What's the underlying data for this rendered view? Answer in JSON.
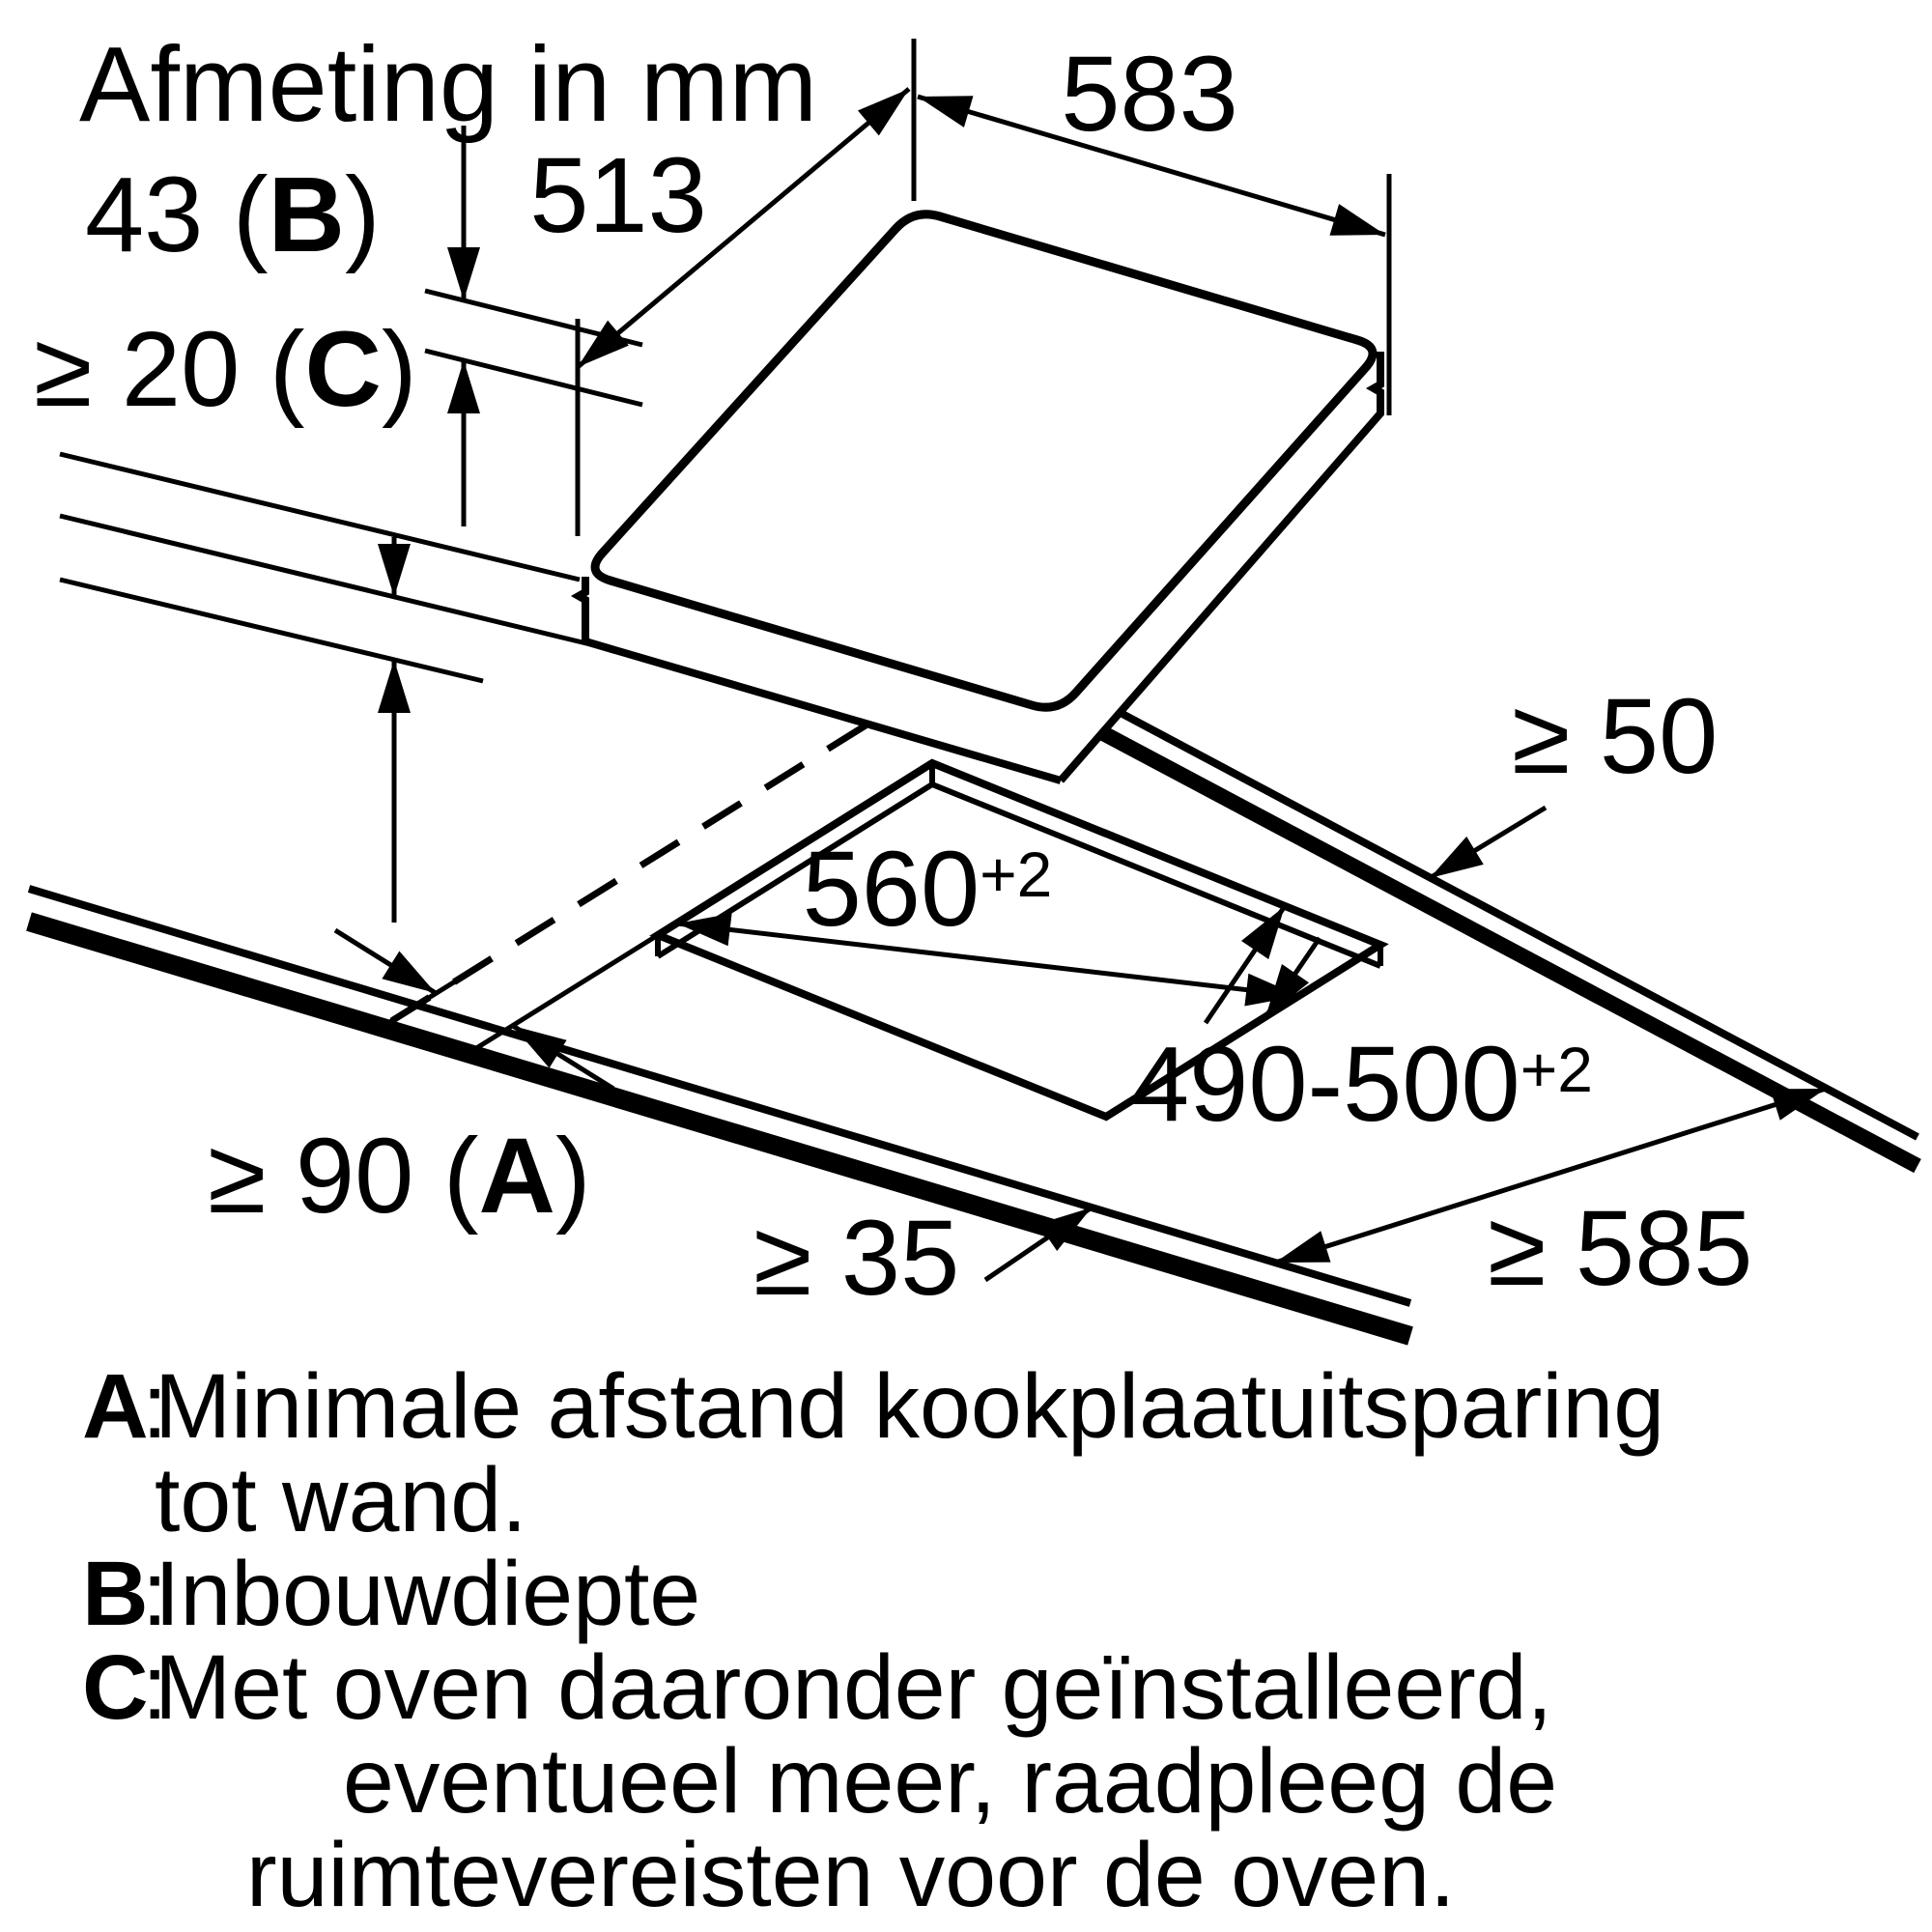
{
  "title": "Afmeting in mm",
  "dimensions": {
    "hob_depth": "513",
    "hob_width": "583",
    "build_in_depth": {
      "pre": "43 (",
      "letter": "B",
      "post": ")"
    },
    "oven_clearance": {
      "pre": "≥ 20 (",
      "letter": "C",
      "post": ")"
    },
    "rear_clearance": "≥ 50",
    "cutout_width": {
      "value": "560",
      "tolerance": "+2"
    },
    "cutout_depth": {
      "value": "490-500",
      "tolerance": "+2"
    },
    "wall_distance": {
      "pre": "≥ 90 (",
      "letter": "A",
      "post": ")"
    },
    "front_clearance": "≥ 35",
    "worktop_depth": "≥ 585"
  },
  "legend": {
    "colon": ":",
    "items": [
      {
        "label": "A",
        "lines": [
          "Minimale afstand kookplaatuitsparing",
          "tot wand."
        ]
      },
      {
        "label": "B",
        "lines": [
          "Inbouwdiepte"
        ]
      },
      {
        "label": "C",
        "lines": [
          "Met oven daaronder geïnstalleerd,",
          "eventueel meer, raadpleeg de",
          "ruimtevereisten voor de oven."
        ]
      }
    ]
  }
}
